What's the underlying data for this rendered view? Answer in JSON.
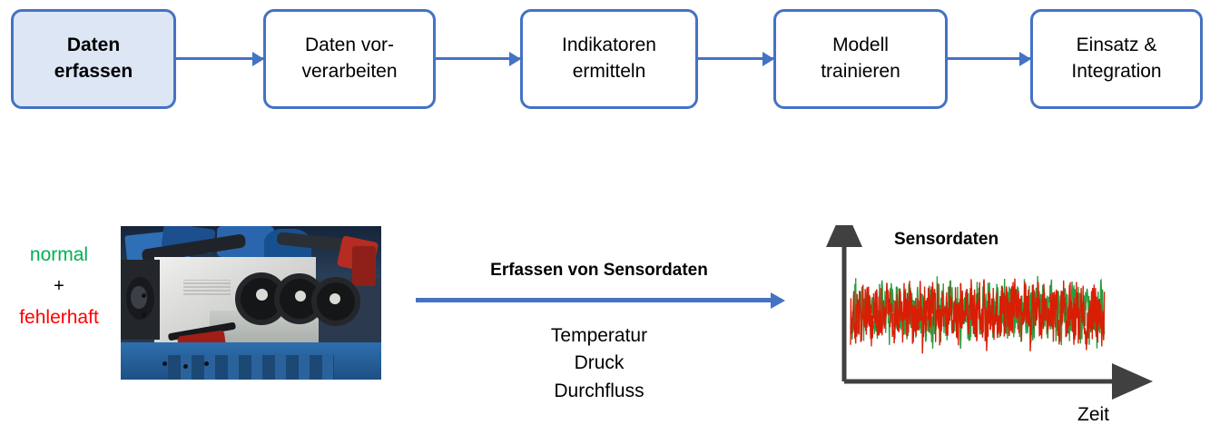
{
  "pipeline": {
    "steps": [
      {
        "label": "Daten\nerfassen",
        "active": true
      },
      {
        "label": "Daten vor-\nverarbeiten",
        "active": false
      },
      {
        "label": "Indikatoren\nermitteln",
        "active": false
      },
      {
        "label": "Modell\ntrainieren",
        "active": false
      },
      {
        "label": "Einsatz &\nIntegration",
        "active": false
      }
    ],
    "connector_color": "#4472C4",
    "active_fill": "#DCE6F5"
  },
  "classes": {
    "normal_label": "normal",
    "plus_label": "+",
    "faulty_label": "fehlerhaft",
    "normal_color": "#00B050",
    "faulty_color": "#FF0000"
  },
  "photo": {
    "caption": "industrial-pump-photo"
  },
  "acquisition": {
    "title": "Erfassen von Sensordaten",
    "arrow_color": "#4472C4",
    "signals": [
      "Temperatur",
      "Druck",
      "Durchfluss"
    ]
  },
  "chart_data": {
    "type": "line",
    "title": "Sensordaten",
    "xlabel": "Zeit",
    "ylabel": "",
    "grid": false,
    "legend": null,
    "axis_color": "#404040",
    "series": [
      {
        "name": "normal",
        "color": "#2E9B3E",
        "values": [
          0.12,
          -0.35,
          0.48,
          -0.21,
          0.62,
          -0.44,
          0.18,
          0.55,
          -0.3,
          0.41,
          -0.58,
          0.27,
          0.66,
          -0.12,
          0.38,
          -0.49,
          0.72,
          -0.25,
          0.14,
          0.59,
          -0.41,
          0.33,
          -0.22,
          0.51,
          0.08,
          -0.54,
          0.44,
          -0.18,
          0.63,
          -0.37,
          0.21,
          0.47,
          -0.6,
          0.3,
          0.68,
          -0.15,
          0.39,
          -0.46,
          0.25,
          0.57,
          -0.33,
          0.11,
          0.49,
          -0.52,
          0.36,
          0.64,
          -0.28,
          0.19,
          -0.43,
          0.53,
          0.06,
          -0.39,
          0.45,
          -0.24,
          0.7,
          -0.31,
          0.23,
          0.42,
          -0.55,
          0.34,
          0.61,
          -0.17,
          0.29,
          -0.48,
          0.16,
          0.5,
          -0.36,
          0.13,
          0.58,
          -0.26,
          0.4,
          -0.51,
          0.32,
          0.65,
          -0.2,
          0.24,
          0.46,
          -0.42,
          0.37,
          0.54,
          -0.29,
          0.1,
          -0.47,
          0.43,
          0.6,
          -0.34,
          0.22,
          0.52,
          -0.19,
          0.31,
          -0.56,
          0.35,
          0.67,
          -0.23,
          0.17,
          0.48,
          -0.38,
          0.26,
          0.56,
          -0.45
        ]
      },
      {
        "name": "fehlerhaft",
        "color": "#D81E05",
        "values": [
          -0.22,
          0.51,
          -0.64,
          0.33,
          -0.45,
          0.58,
          -0.19,
          0.4,
          -0.71,
          0.26,
          0.49,
          -0.35,
          0.15,
          -0.53,
          0.62,
          -0.28,
          0.37,
          -0.6,
          0.44,
          0.2,
          -0.41,
          0.55,
          -0.14,
          0.68,
          -0.47,
          0.31,
          -0.25,
          0.52,
          -0.66,
          0.23,
          0.46,
          -0.38,
          0.59,
          -0.21,
          0.34,
          -0.57,
          0.43,
          0.17,
          -0.5,
          0.65,
          -0.3,
          0.27,
          -0.44,
          0.53,
          -0.12,
          0.39,
          -0.62,
          0.48,
          0.24,
          -0.36,
          0.57,
          -0.18,
          0.42,
          -0.69,
          0.29,
          0.5,
          -0.27,
          0.35,
          -0.55,
          0.61,
          -0.16,
          0.45,
          -0.4,
          0.22,
          0.54,
          -0.33,
          0.13,
          -0.58,
          0.47,
          0.3,
          -0.49,
          0.36,
          -0.23,
          0.63,
          -0.43,
          0.25,
          0.41,
          -0.32,
          0.56,
          -0.2,
          0.38,
          -0.67,
          0.28,
          0.44,
          -0.51,
          0.19,
          0.6,
          -0.26,
          0.32,
          -0.46,
          0.49,
          0.21,
          -0.54,
          0.39,
          -0.15,
          0.52,
          -0.37,
          0.43,
          -0.61,
          0.34
        ]
      }
    ]
  }
}
